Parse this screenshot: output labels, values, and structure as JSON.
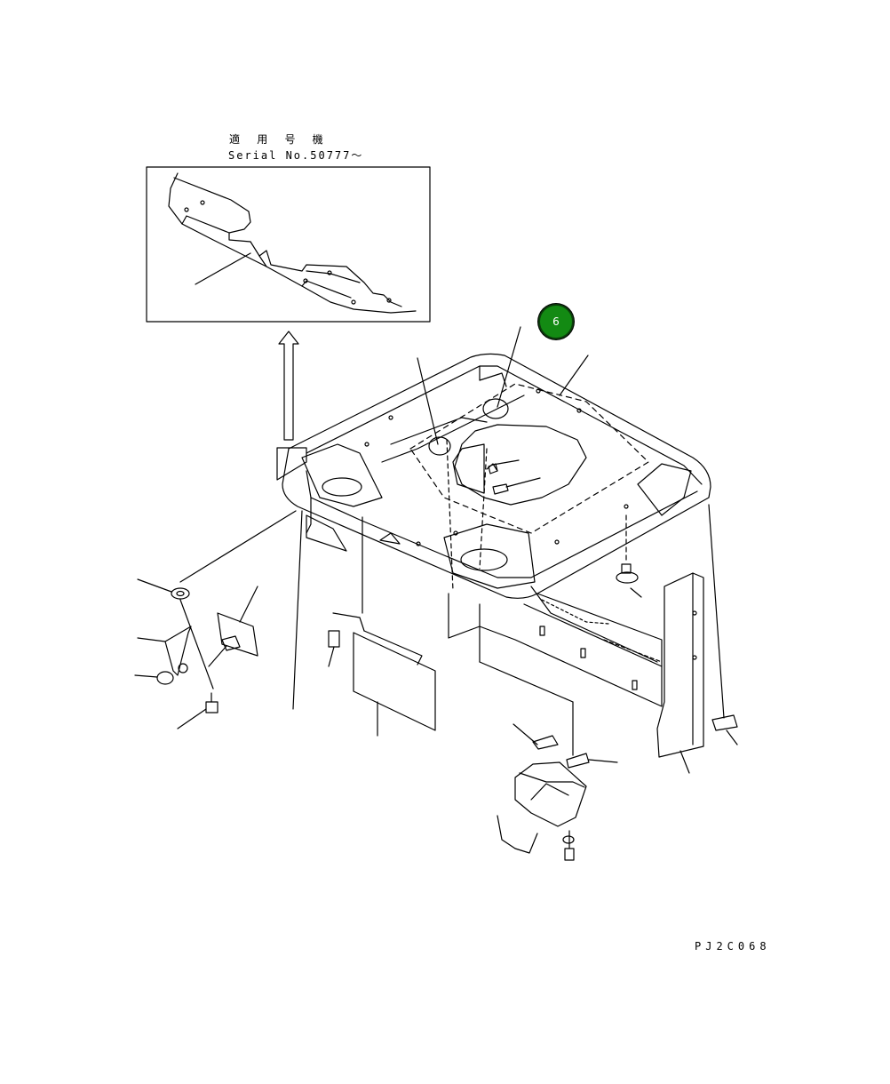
{
  "header": {
    "applicable_label": "適 用 号 機",
    "serial_label": "Serial No.50777〜"
  },
  "callout": {
    "label": "6",
    "color": "#138a13"
  },
  "footer": {
    "drawing_code": "PJ2C068"
  }
}
